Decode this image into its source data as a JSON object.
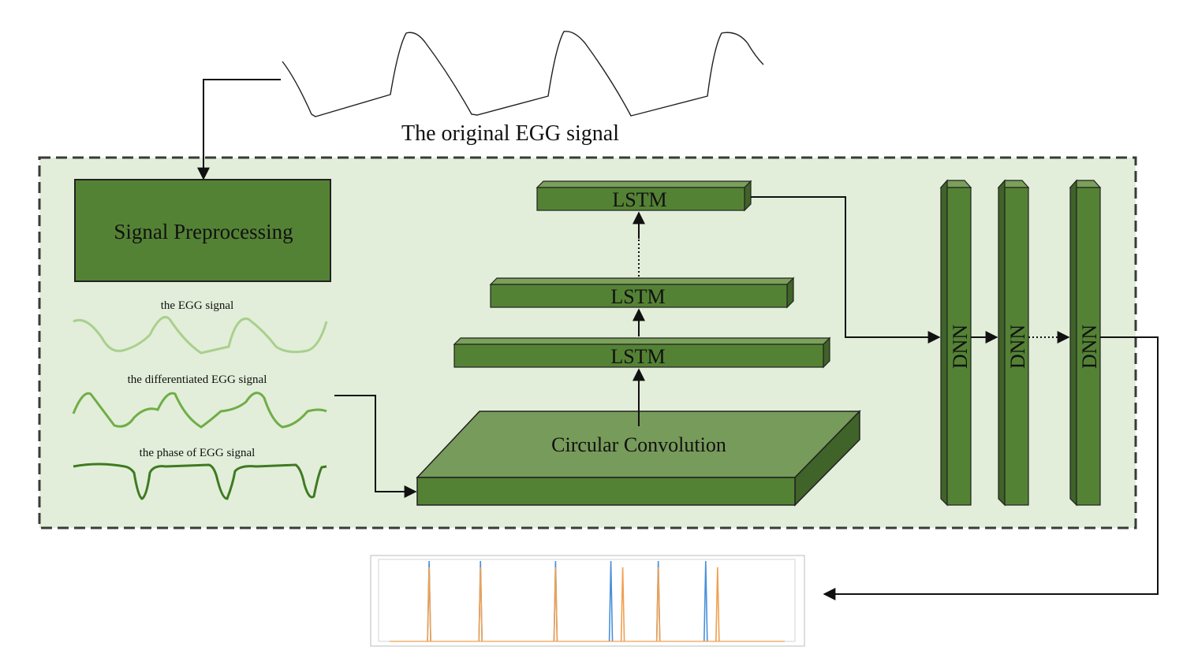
{
  "labels": {
    "original_signal": "The original EGG signal",
    "preprocessing": "Signal Preprocessing",
    "egg_signal": "the EGG signal",
    "diff_signal": "the differentiated EGG signal",
    "phase_signal": "the phase of EGG signal",
    "conv": "Circular Convolution",
    "lstm1": "LSTM",
    "lstm2": "LSTM",
    "lstm3": "LSTM",
    "dnn1": "DNN",
    "dnn2": "DNN",
    "dnn3": "DNN"
  },
  "colors": {
    "panel_bg": "#e2eed9",
    "panel_border": "#3a3a3a",
    "block_front": "#548235",
    "block_top": "#7aa05a",
    "block_side": "#3f6328",
    "conv_top": "#779b5a",
    "wave_light": "#a9d08e",
    "wave_mid": "#70ad47",
    "wave_dark": "#3f7a22",
    "plot_blue": "#4a90d9",
    "plot_orange": "#f0a050"
  },
  "output_plot": {
    "series": [
      {
        "color_key": "plot_blue",
        "peaks": [
          0.1,
          0.23,
          0.42,
          0.56,
          0.68,
          0.8
        ]
      },
      {
        "color_key": "plot_orange",
        "peaks": [
          0.1,
          0.23,
          0.42,
          0.59,
          0.68,
          0.83
        ]
      }
    ]
  }
}
